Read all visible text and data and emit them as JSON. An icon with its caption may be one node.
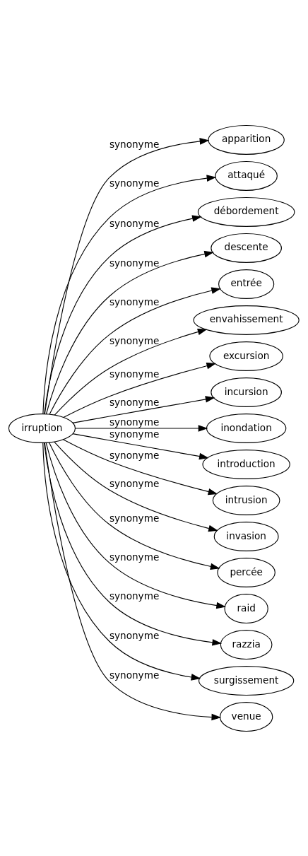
{
  "diagram": {
    "nodes": [
      {
        "text": [
          "irruption"
        ]
      },
      {
        "text": [
          "apparition"
        ]
      },
      {
        "text": [
          "attaqué"
        ]
      },
      {
        "text": [
          "débordement"
        ]
      },
      {
        "text": [
          "descente"
        ]
      },
      {
        "text": [
          "entrée"
        ]
      },
      {
        "text": [
          "envahissement"
        ]
      },
      {
        "text": [
          "excursion"
        ]
      },
      {
        "text": [
          "incursion"
        ]
      },
      {
        "text": [
          "inondation"
        ]
      },
      {
        "text": [
          "introduction"
        ]
      },
      {
        "text": [
          "intrusion"
        ]
      },
      {
        "text": [
          "invasion"
        ]
      },
      {
        "text": [
          "percée"
        ]
      },
      {
        "text": [
          "raid"
        ]
      },
      {
        "text": [
          "razzia"
        ]
      },
      {
        "text": [
          "surgissement"
        ]
      },
      {
        "text": [
          "venue"
        ]
      }
    ],
    "edges": [
      {
        "from": 0,
        "to": 1,
        "arrow": "to",
        "label": "synonyme"
      },
      {
        "from": 0,
        "to": 2,
        "arrow": "to",
        "label": "synonyme"
      },
      {
        "from": 0,
        "to": 3,
        "arrow": "to",
        "label": "synonyme"
      },
      {
        "from": 0,
        "to": 4,
        "arrow": "to",
        "label": "synonyme"
      },
      {
        "from": 0,
        "to": 5,
        "arrow": "to",
        "label": "synonyme"
      },
      {
        "from": 0,
        "to": 6,
        "arrow": "to",
        "label": "synonyme"
      },
      {
        "from": 0,
        "to": 7,
        "arrow": "to",
        "label": "synonyme"
      },
      {
        "from": 0,
        "to": 8,
        "arrow": "to",
        "label": "synonyme"
      },
      {
        "from": 0,
        "to": 9,
        "arrow": "to",
        "label": "synonyme"
      },
      {
        "from": 0,
        "to": 10,
        "arrow": "to",
        "label": "synonyme"
      },
      {
        "from": 0,
        "to": 11,
        "arrow": "to",
        "label": "synonyme"
      },
      {
        "from": 0,
        "to": 12,
        "arrow": "to",
        "label": "synonyme"
      },
      {
        "from": 0,
        "to": 13,
        "arrow": "to",
        "label": "synonyme"
      },
      {
        "from": 0,
        "to": 14,
        "arrow": "to",
        "label": "synonyme"
      },
      {
        "from": 0,
        "to": 15,
        "arrow": "to",
        "label": "synonyme"
      },
      {
        "from": 0,
        "to": 16,
        "arrow": "to",
        "label": "synonyme"
      },
      {
        "from": 0,
        "to": 17,
        "arrow": "to",
        "label": "synonyme"
      }
    ]
  }
}
